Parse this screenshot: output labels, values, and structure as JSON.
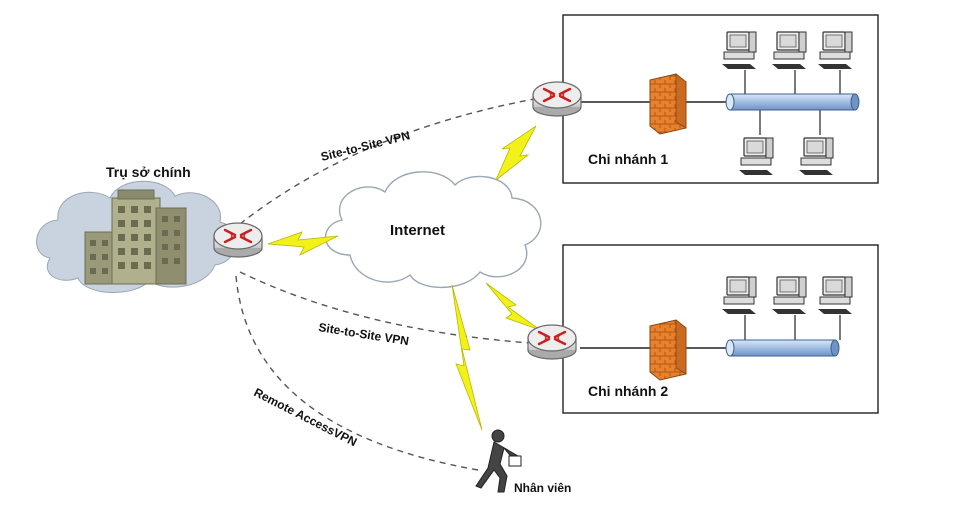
{
  "labels": {
    "headquarters": "Trụ sở chính",
    "internet": "Internet",
    "branch1": "Chi nhánh 1",
    "branch2": "Chi nhánh 2",
    "vpn_top": "Site-to-Site VPN",
    "vpn_bottom": "Site-to-Site VPN",
    "remote_vpn": "Remote AccessVPN",
    "employee": "Nhân viên"
  },
  "colors": {
    "cloud": "#c9d3df",
    "internet_cloud": "#ffffff",
    "cloud_stroke": "#9aa7b4",
    "building": "#9a9a7a",
    "router_body": "#e6e6e6",
    "router_arrows": "#cc1f1f",
    "firewall": "#e67e22",
    "lightning": "#f2f21a",
    "lan_bus": "#a9c4e6",
    "vpn_dash": "#555555"
  },
  "icons": [
    "cloud-icon",
    "building-icon",
    "router-icon",
    "firewall-icon",
    "workstation-icon",
    "lightning-icon",
    "person-icon"
  ]
}
